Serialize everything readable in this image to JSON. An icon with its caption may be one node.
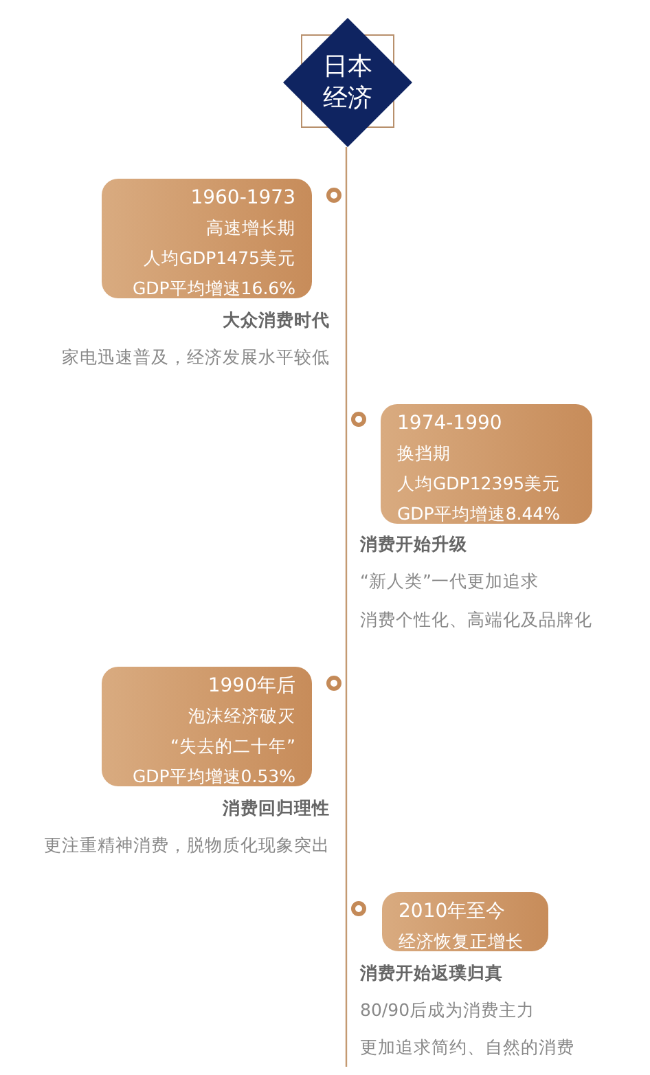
{
  "diagram": {
    "nodes": [
      {
        "text": [
          "日本经济"
        ]
      },
      {
        "text": [
          "1960-1973",
          "高速增长期",
          "人均GDP1475美元",
          "GDP平均增速16.6%"
        ],
        "beside": [
          "大众消费时代",
          "家电迅速普及，经济发展水平较低"
        ]
      },
      {
        "text": [
          "1974-1990",
          "换挡期",
          "人均GDP12395美元",
          "GDP平均增速8.44%"
        ],
        "beside": [
          "消费开始升级",
          "“新人类”一代更加追求",
          "消费个性化、高端化及品牌化"
        ]
      },
      {
        "text": [
          "1990年后",
          "泡沫经济破灭",
          "“失去的二十年”",
          "GDP平均增速0.53%"
        ],
        "beside": [
          "消费回归理性",
          "更注重精神消费，脱物质化现象突出"
        ]
      },
      {
        "text": [
          "2010年至今",
          "经济恢复正增长"
        ],
        "beside": [
          "消费开始返璞归真",
          "80/90后成为消费主力",
          "更加追求简约、自然的消费"
        ]
      }
    ]
  }
}
